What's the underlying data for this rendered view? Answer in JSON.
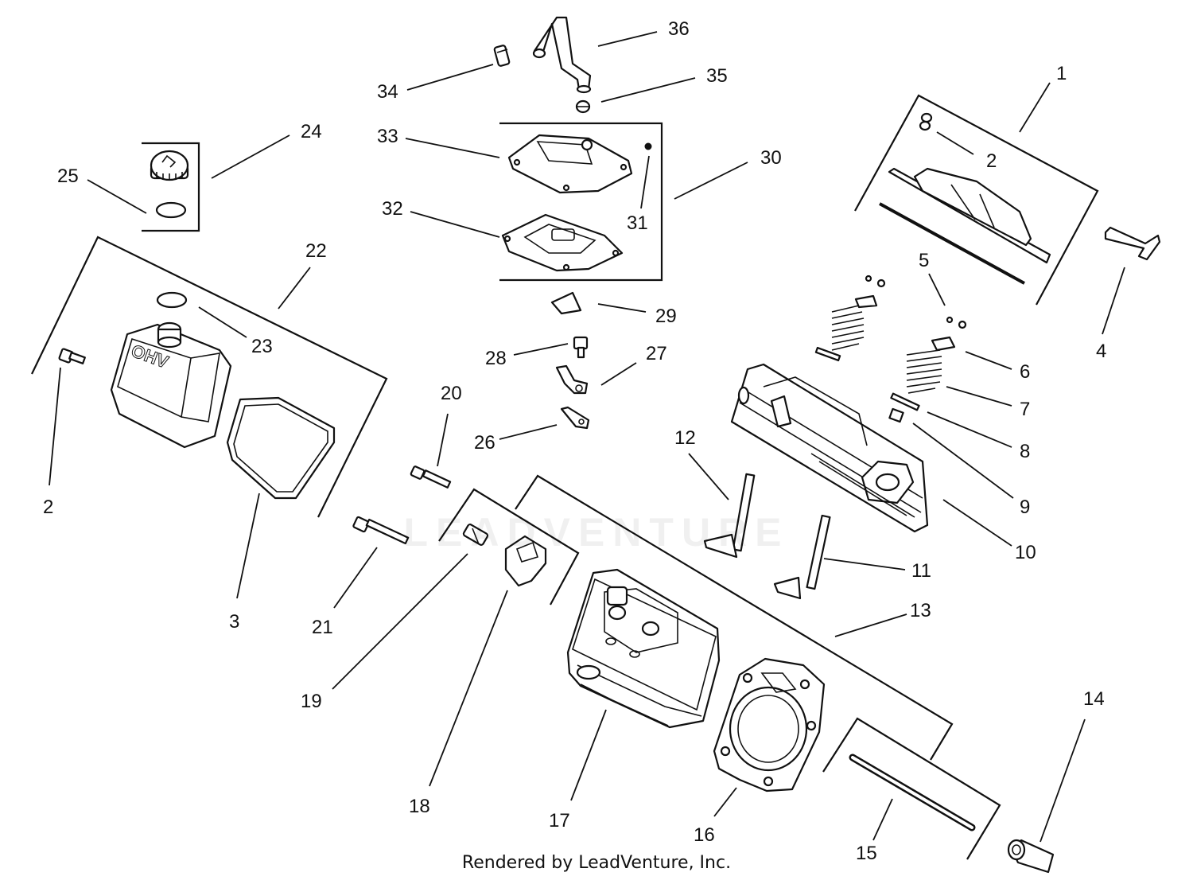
{
  "diagram": {
    "callouts": [
      "1",
      "2",
      "3",
      "4",
      "5",
      "6",
      "7",
      "8",
      "9",
      "10",
      "11",
      "12",
      "13",
      "14",
      "15",
      "16",
      "17",
      "18",
      "19",
      "20",
      "21",
      "22",
      "23",
      "24",
      "25",
      "26",
      "27",
      "28",
      "29",
      "30",
      "31",
      "32",
      "33",
      "34",
      "35",
      "36"
    ],
    "cover_lettering": "OHV",
    "watermark": "LEADVENTURE",
    "credit": "Rendered by LeadVenture, Inc."
  },
  "colors": {
    "ink": "#111111",
    "background": "#ffffff"
  }
}
